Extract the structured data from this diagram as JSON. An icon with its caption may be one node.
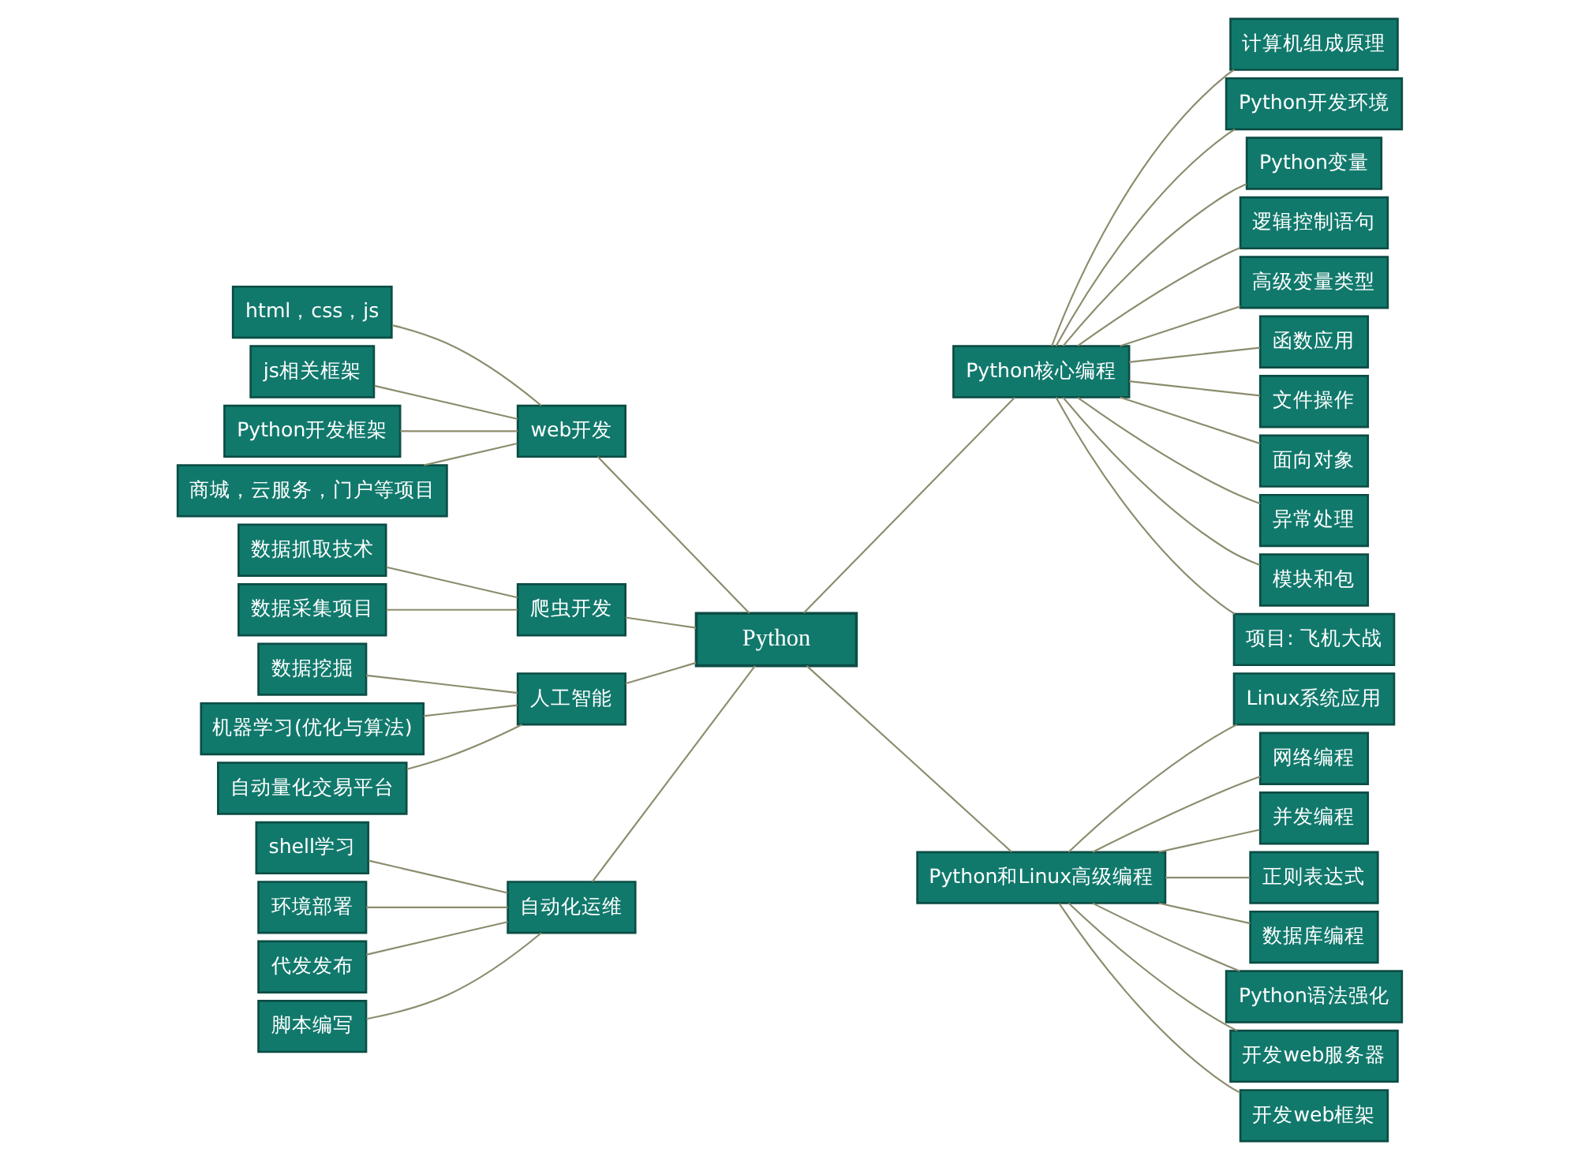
{
  "diagram": {
    "nodes": [
      {
        "text": [
          "Python"
        ]
      },
      {
        "text": [
          "web开发"
        ]
      },
      {
        "text": [
          "html，css，js"
        ]
      },
      {
        "text": [
          "js相关框架"
        ]
      },
      {
        "text": [
          "Python开发框架"
        ]
      },
      {
        "text": [
          "商城，云服务，门户等项目"
        ]
      },
      {
        "text": [
          "爬虫开发"
        ]
      },
      {
        "text": [
          "数据抓取技术"
        ]
      },
      {
        "text": [
          "数据采集项目"
        ]
      },
      {
        "text": [
          "人工智能"
        ]
      },
      {
        "text": [
          "数据挖掘"
        ]
      },
      {
        "text": [
          "机器学习(优化与算法)"
        ]
      },
      {
        "text": [
          "自动量化交易平台"
        ]
      },
      {
        "text": [
          "自动化运维"
        ]
      },
      {
        "text": [
          "shell学习"
        ]
      },
      {
        "text": [
          "环境部署"
        ]
      },
      {
        "text": [
          "代发发布"
        ]
      },
      {
        "text": [
          "脚本编写"
        ]
      },
      {
        "text": [
          "Python核心编程"
        ]
      },
      {
        "text": [
          "计算机组成原理"
        ]
      },
      {
        "text": [
          "Python开发环境"
        ]
      },
      {
        "text": [
          "Python变量"
        ]
      },
      {
        "text": [
          "逻辑控制语句"
        ]
      },
      {
        "text": [
          "高级变量类型"
        ]
      },
      {
        "text": [
          "函数应用"
        ]
      },
      {
        "text": [
          "文件操作"
        ]
      },
      {
        "text": [
          "面向对象"
        ]
      },
      {
        "text": [
          "异常处理"
        ]
      },
      {
        "text": [
          "模块和包"
        ]
      },
      {
        "text": [
          "项目: 飞机大战"
        ]
      },
      {
        "text": [
          "Python和Linux高级编程"
        ]
      },
      {
        "text": [
          "Linux系统应用"
        ]
      },
      {
        "text": [
          "网络编程"
        ]
      },
      {
        "text": [
          "并发编程"
        ]
      },
      {
        "text": [
          "正则表达式"
        ]
      },
      {
        "text": [
          "数据库编程"
        ]
      },
      {
        "text": [
          "Python语法强化"
        ]
      },
      {
        "text": [
          "开发web服务器"
        ]
      },
      {
        "text": [
          "开发web框架"
        ]
      }
    ],
    "edges": [
      {
        "from": 1,
        "to": 0,
        "arrow": "none"
      },
      {
        "from": 2,
        "to": 1,
        "arrow": "none"
      },
      {
        "from": 3,
        "to": 1,
        "arrow": "none"
      },
      {
        "from": 4,
        "to": 1,
        "arrow": "none"
      },
      {
        "from": 5,
        "to": 1,
        "arrow": "none"
      },
      {
        "from": 6,
        "to": 0,
        "arrow": "none"
      },
      {
        "from": 7,
        "to": 6,
        "arrow": "none"
      },
      {
        "from": 8,
        "to": 6,
        "arrow": "none"
      },
      {
        "from": 9,
        "to": 0,
        "arrow": "none"
      },
      {
        "from": 10,
        "to": 9,
        "arrow": "none"
      },
      {
        "from": 11,
        "to": 9,
        "arrow": "none"
      },
      {
        "from": 12,
        "to": 9,
        "arrow": "none"
      },
      {
        "from": 13,
        "to": 0,
        "arrow": "none"
      },
      {
        "from": 14,
        "to": 13,
        "arrow": "none"
      },
      {
        "from": 15,
        "to": 13,
        "arrow": "none"
      },
      {
        "from": 16,
        "to": 13,
        "arrow": "none"
      },
      {
        "from": 17,
        "to": 13,
        "arrow": "none"
      },
      {
        "from": 0,
        "to": 18,
        "arrow": "none"
      },
      {
        "from": 18,
        "to": 19,
        "arrow": "none"
      },
      {
        "from": 18,
        "to": 20,
        "arrow": "none"
      },
      {
        "from": 18,
        "to": 21,
        "arrow": "none"
      },
      {
        "from": 18,
        "to": 22,
        "arrow": "none"
      },
      {
        "from": 18,
        "to": 23,
        "arrow": "none"
      },
      {
        "from": 18,
        "to": 24,
        "arrow": "none"
      },
      {
        "from": 18,
        "to": 25,
        "arrow": "none"
      },
      {
        "from": 18,
        "to": 26,
        "arrow": "none"
      },
      {
        "from": 18,
        "to": 27,
        "arrow": "none"
      },
      {
        "from": 18,
        "to": 28,
        "arrow": "none"
      },
      {
        "from": 18,
        "to": 29,
        "arrow": "none"
      },
      {
        "from": 0,
        "to": 30,
        "arrow": "none"
      },
      {
        "from": 30,
        "to": 31,
        "arrow": "none"
      },
      {
        "from": 30,
        "to": 32,
        "arrow": "none"
      },
      {
        "from": 30,
        "to": 33,
        "arrow": "none"
      },
      {
        "from": 30,
        "to": 34,
        "arrow": "none"
      },
      {
        "from": 30,
        "to": 35,
        "arrow": "none"
      },
      {
        "from": 30,
        "to": 36,
        "arrow": "none"
      },
      {
        "from": 30,
        "to": 37,
        "arrow": "none"
      },
      {
        "from": 30,
        "to": 38,
        "arrow": "none"
      }
    ]
  }
}
